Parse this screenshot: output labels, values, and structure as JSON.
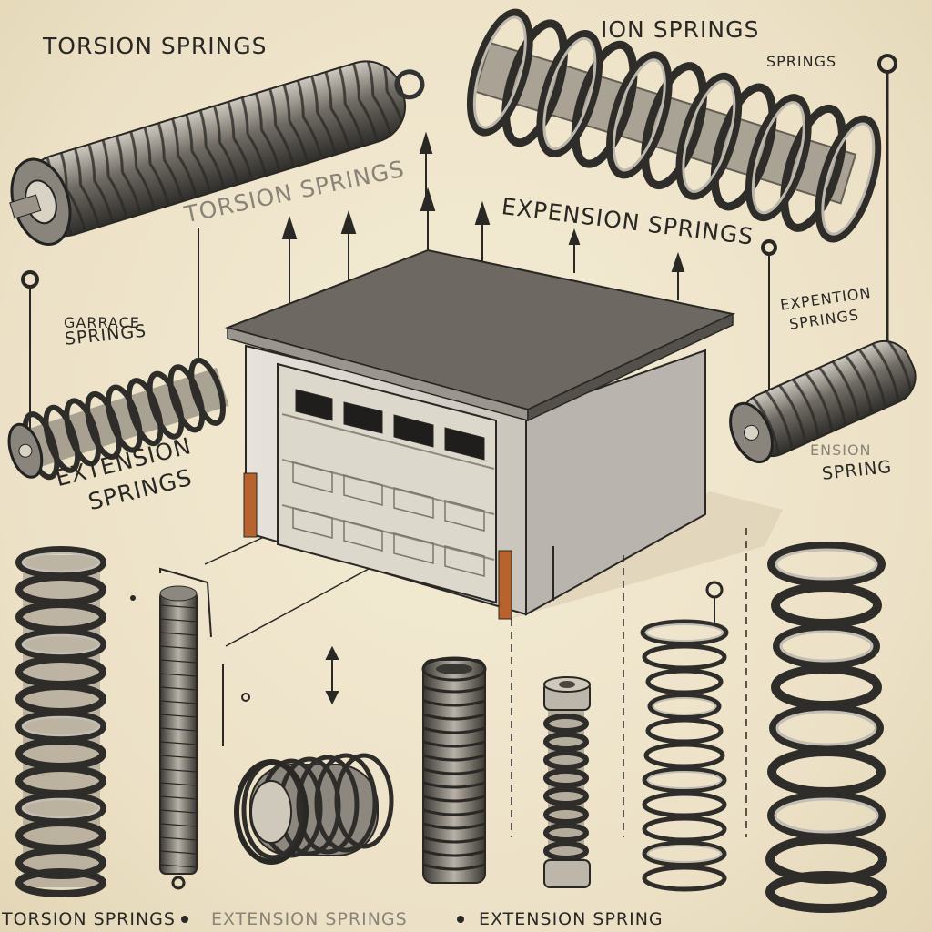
{
  "labels": {
    "torsion_top_left": "TORSION SPRINGS",
    "ion_springs_top": "ION SPRINGS",
    "springs_top_right": "SPRINGS",
    "torsion_center": "TORSION SPRINGS",
    "extension_center": "EXPENSION SPRINGS",
    "garage_label": "GARRACE",
    "garage_springs": "SPRINGS",
    "expention": "EXPENTION",
    "expention_springs": "SPRINGS",
    "extension_left_1": "EXTENSION",
    "extension_left_2": "SPRINGS",
    "right_ension": "ENSION",
    "right_spring": "SPRING",
    "bottom_torsion": "TORSION SPRINGS",
    "bottom_extension_springs": "EXTENSION SPRINGS",
    "bottom_extension_spring": "EXTENSION SPRING"
  },
  "colors": {
    "background": "#efe6cf",
    "ink": "#2a2824",
    "metal_dark": "#3c3a36",
    "metal_light": "#a9a49a",
    "garage_wall": "#dedad2",
    "garage_roof": "#6e6862",
    "copper": "#b8622e"
  },
  "icons": {
    "arrow": "arrow-up-icon",
    "double_arrow": "double-arrow-icon"
  }
}
